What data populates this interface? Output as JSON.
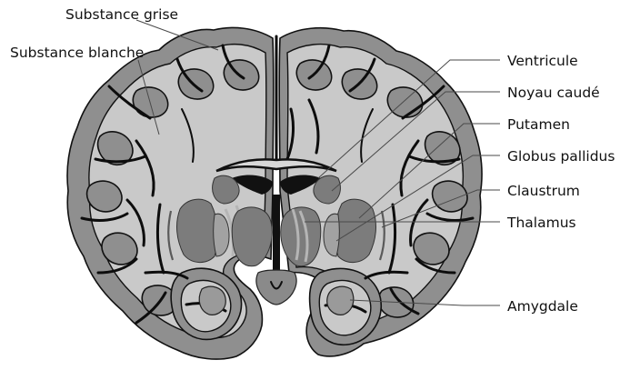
{
  "labels": {
    "substance_grise": "Substance grise",
    "substance_blanche": "Substance blanche",
    "ventricule": "Ventricule",
    "noyau_caude": "Noyau caudé",
    "putamen": "Putamen",
    "globus_pallidus": "Globus pallidus",
    "claustrum": "Claustrum",
    "thalamus": "Thalamus",
    "amygdale": "Amygdale"
  },
  "colors": {
    "grey_matter": "#8f8f8f",
    "white_matter": "#c9c9c9",
    "deep_nuclei": "#7c7c7c",
    "outline": "#111111"
  }
}
